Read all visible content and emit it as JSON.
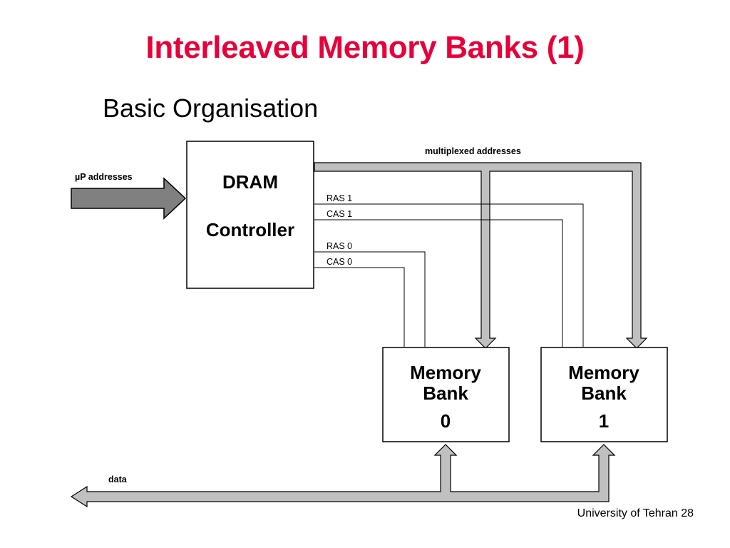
{
  "slide": {
    "title": "Interleaved Memory Banks (1)",
    "subtitle": "Basic Organisation",
    "footer": "University of Tehran 28"
  },
  "diagram": {
    "controller": {
      "line1": "DRAM",
      "line2": "Controller"
    },
    "bank0": {
      "line1": "Memory",
      "line2": "Bank",
      "line3": "0"
    },
    "bank1": {
      "line1": "Memory",
      "line2": "Bank",
      "line3": "1"
    },
    "labels": {
      "up_addresses": "µP addresses",
      "multiplexed_addresses": "multiplexed addresses",
      "ras1": "RAS 1",
      "cas1": "CAS 1",
      "ras0": "RAS 0",
      "cas0": "CAS 0",
      "data": "data"
    },
    "colors": {
      "bus_fill": "#c0c0c0",
      "input_arrow_fill": "#808080",
      "title": "#e8003a"
    }
  }
}
